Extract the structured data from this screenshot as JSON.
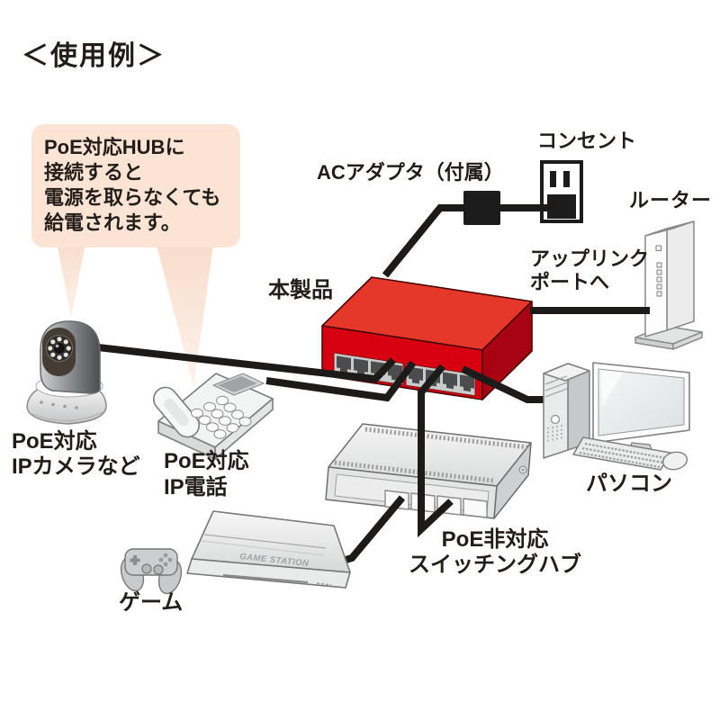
{
  "page": {
    "title": "＜使用例＞"
  },
  "callout": {
    "line1": "PoE対応HUBに",
    "line2": "接続すると",
    "line3": "電源を取らなくても",
    "line4": "給電されます。"
  },
  "labels": {
    "ac_adapter": "ACアダプタ（付属）",
    "outlet": "コンセント",
    "router": "ルーター",
    "uplink_line1": "アップリンク",
    "uplink_line2": "ポートへ",
    "product": "本製品",
    "camera_line1": "PoE対応",
    "camera_line2": "IPカメラなど",
    "phone_line1": "PoE対応",
    "phone_line2": "IP電話",
    "hub_line1": "PoE非対応",
    "hub_line2": "スイッチングハブ",
    "pc": "パソコン",
    "game": "ゲーム"
  },
  "device_art": {
    "console_brand": "GAME STATION"
  },
  "colors": {
    "product_red_top": "#e5372a",
    "product_red_front": "#d70010",
    "product_red_side": "#a80313",
    "cable_black": "#1d1b19",
    "callout_bg": "#fbe4d4",
    "text": "#231d19"
  }
}
